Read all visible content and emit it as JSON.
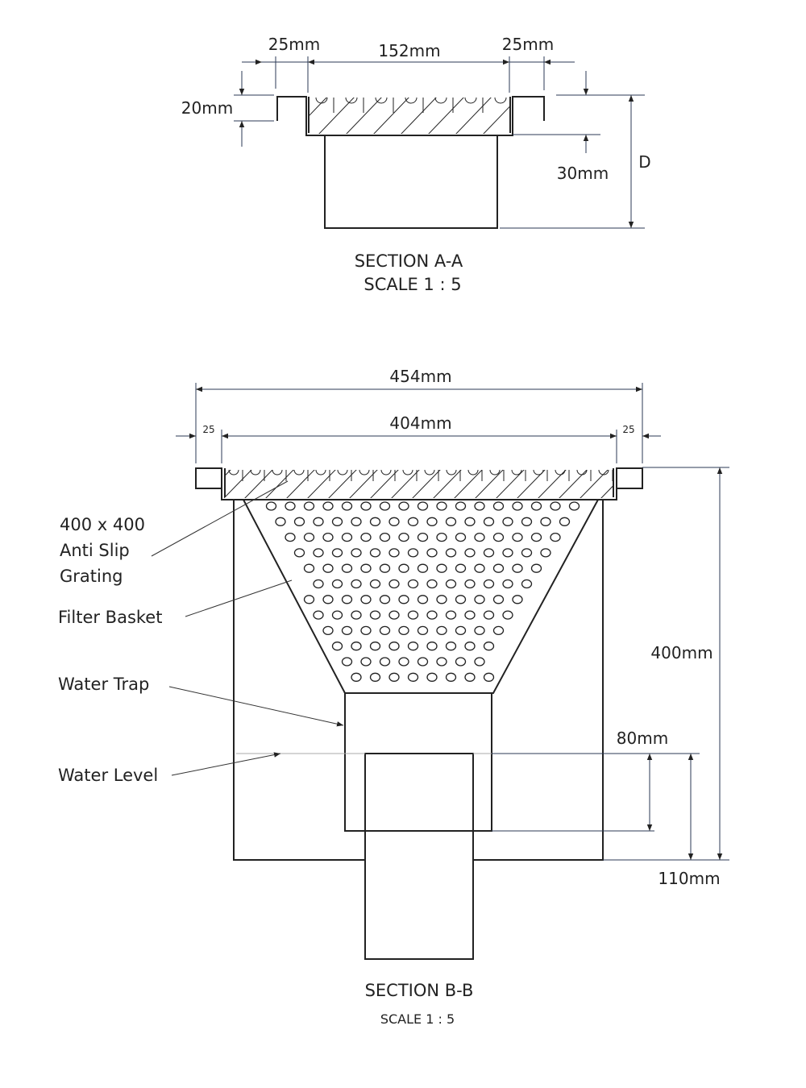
{
  "section_a": {
    "dim_left": "25mm",
    "dim_center": "152mm",
    "dim_right": "25mm",
    "dim_flange_height": "20mm",
    "dim_grating_depth": "30mm",
    "dim_depth": "D",
    "title": "SECTION A-A",
    "scale": "SCALE 1 : 5"
  },
  "section_b": {
    "dim_overall_width": "454mm",
    "dim_inner_width": "404mm",
    "dim_left_flange": "25",
    "dim_right_flange": "25",
    "dim_height": "400mm",
    "dim_trap": "80mm",
    "dim_outlet": "110mm",
    "title": "SECTION B-B",
    "scale": "SCALE 1 : 5"
  },
  "callouts": {
    "grating_line1": "400 x 400",
    "grating_line2": "Anti Slip",
    "grating_line3": "Grating",
    "filter_basket": "Filter Basket",
    "water_trap": "Water Trap",
    "water_level": "Water Level"
  }
}
